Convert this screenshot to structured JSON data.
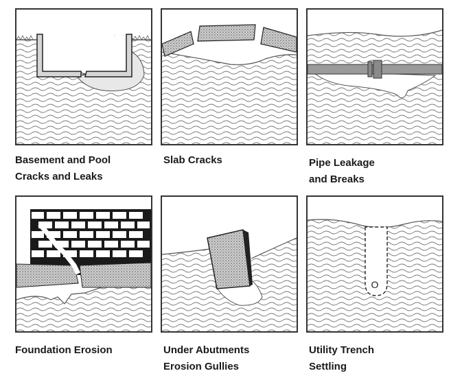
{
  "panels": [
    {
      "name": "basement-pool",
      "lines": [
        "Basement and Pool",
        "Cracks and Leaks"
      ]
    },
    {
      "name": "slab-cracks",
      "lines": [
        "Slab Cracks"
      ]
    },
    {
      "name": "pipe-leakage",
      "lines": [
        "Pipe Leakage",
        "and Breaks"
      ]
    },
    {
      "name": "foundation-erosion",
      "lines": [
        "Foundation Erosion"
      ]
    },
    {
      "name": "under-abutments",
      "lines": [
        "Under Abutments",
        "Erosion Gullies"
      ]
    },
    {
      "name": "utility-trench",
      "lines": [
        "Utility Trench",
        "Settling"
      ]
    }
  ],
  "utility_trench_marker": "O",
  "colors": {
    "ink": "#333333",
    "void": "#e8e8e8",
    "pipe": "#9a9a9a",
    "brick": "#1a1a1a"
  }
}
